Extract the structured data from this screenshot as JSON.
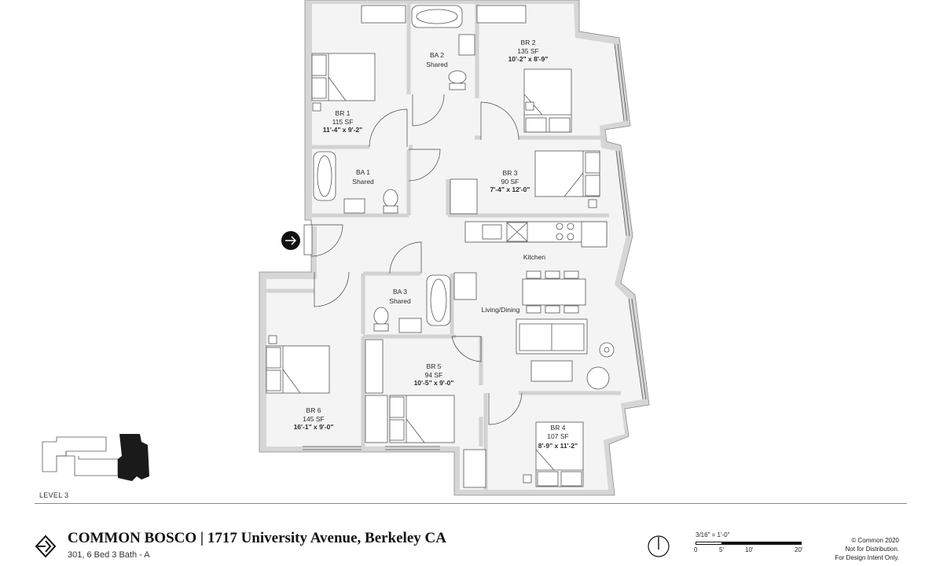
{
  "rooms": {
    "br1": {
      "name": "BR 1",
      "area": "115 SF",
      "dims": "11'-4\" x 9'-2\""
    },
    "ba2": {
      "name": "BA 2",
      "note": "Shared"
    },
    "br2": {
      "name": "BR 2",
      "area": "135 SF",
      "dims": "10'-2\" x 8'-9\""
    },
    "ba1": {
      "name": "BA 1",
      "note": "Shared"
    },
    "br3": {
      "name": "BR 3",
      "area": "90 SF",
      "dims": "7'-4\" x 12'-0\""
    },
    "kitchen": {
      "name": "Kitchen"
    },
    "ba3": {
      "name": "BA 3",
      "note": "Shared"
    },
    "living": {
      "name": "Living/Dining"
    },
    "br5": {
      "name": "BR 5",
      "area": "94 SF",
      "dims": "10'-5\" x 9'-0\""
    },
    "br6": {
      "name": "BR 6",
      "area": "145 SF",
      "dims": "16'-1\" x 9'-0\""
    },
    "br4": {
      "name": "BR 4",
      "area": "107 SF",
      "dims": "8'-9\" x 11'-2\""
    }
  },
  "key_plan": {
    "level": "LEVEL 3"
  },
  "footer": {
    "title": "COMMON BOSCO | 1717 University Avenue, Berkeley CA",
    "subtitle": "301, 6 Bed 3 Bath - A",
    "scale_ratio": "3/16\" = 1'-0\"",
    "scale_ticks": [
      "0",
      "5'",
      "10'",
      "20'"
    ],
    "copyright": "© Common 2020",
    "notice1": "Not for Distribution.",
    "notice2": "For Design Intent Only."
  },
  "icons": [
    "entry-arrow-icon",
    "north-arrow-icon",
    "common-logo-icon"
  ]
}
